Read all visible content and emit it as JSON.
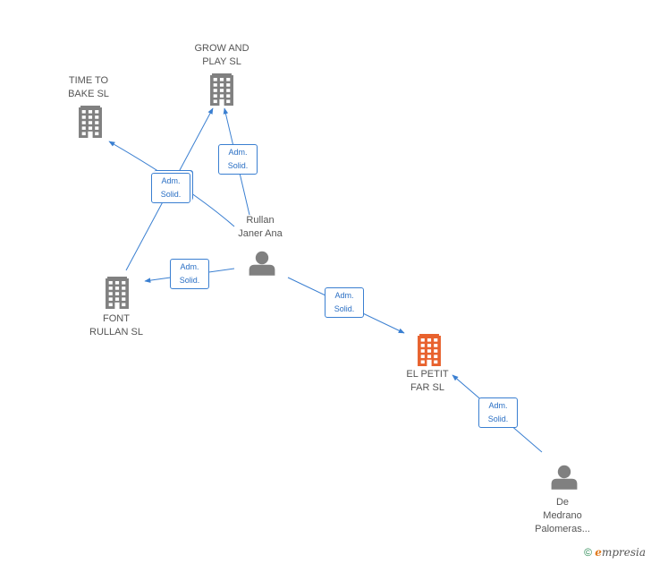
{
  "nodes": [
    {
      "id": "grow",
      "label": "GROW AND\nPLAY SL",
      "kind": "company"
    },
    {
      "id": "time",
      "label": "TIME TO\nBAKE  SL",
      "kind": "company"
    },
    {
      "id": "rullan",
      "label": "Rullan\nJaner Ana",
      "kind": "person"
    },
    {
      "id": "font",
      "label": "FONT\nRULLAN SL",
      "kind": "company"
    },
    {
      "id": "petit",
      "label": "EL PETIT\nFAR  SL",
      "kind": "company",
      "focus": true
    },
    {
      "id": "demedrano",
      "label": "De\nMedrano\nPalomeras...",
      "kind": "person"
    }
  ],
  "edges": [
    {
      "from": "font",
      "to": "grow",
      "label": "Adm.\nSolid."
    },
    {
      "from": "rullan",
      "to": "time",
      "label": "Adm.\nSolid."
    },
    {
      "from": "rullan",
      "to": "grow",
      "label": "Adm.\nSolid."
    },
    {
      "from": "rullan",
      "to": "font",
      "label": "Adm.\nSolid."
    },
    {
      "from": "rullan",
      "to": "petit",
      "label": "Adm.\nSolid."
    },
    {
      "from": "demedrano",
      "to": "petit",
      "label": "Adm.\nSolid."
    }
  ],
  "colors": {
    "company_icon": "#808080",
    "focus_icon": "#e8622e",
    "person_icon": "#808080",
    "edge": "#3a7fd1"
  },
  "footer": {
    "copyright_symbol": "©",
    "brand_first": "e",
    "brand_rest": "mpresia"
  }
}
